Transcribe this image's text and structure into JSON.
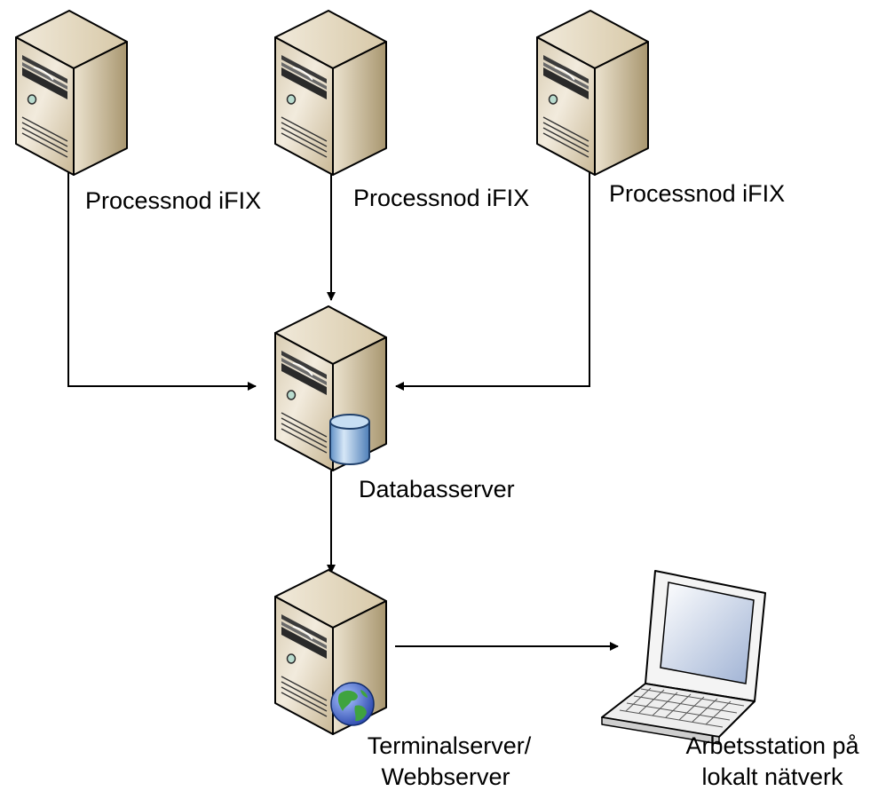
{
  "nodes": {
    "process1": {
      "label": "Processnod iFIX"
    },
    "process2": {
      "label": "Processnod iFIX"
    },
    "process3": {
      "label": "Processnod iFIX"
    },
    "database": {
      "label": "Databasserver"
    },
    "terminal": {
      "label_line1": "Terminalserver/",
      "label_line2": "Webbserver"
    },
    "workstation": {
      "label_line1": "Arbetsstation på",
      "label_line2": "lokalt nätverk"
    }
  },
  "icons": {
    "server": "tower-server-icon",
    "database": "database-cylinder-icon",
    "globe": "globe-icon",
    "laptop": "laptop-icon"
  },
  "colors": {
    "server_front": "#e8dcc4",
    "server_side": "#b5a37f",
    "database": "#8fb8de",
    "globe_ocean": "#3b62c8",
    "globe_land": "#3fa33f",
    "laptop_screen": "#c9d6ea"
  }
}
